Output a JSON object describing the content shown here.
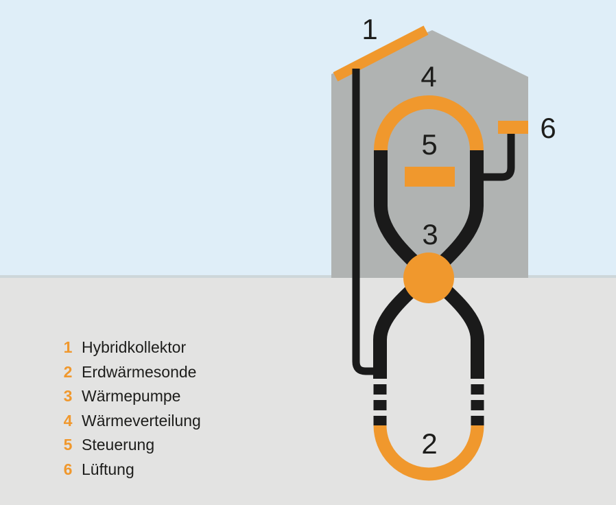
{
  "colors": {
    "sky": "#DFEEF8",
    "horizon_line": "#CDD7DA",
    "ground": "#E3E3E2",
    "house": "#B0B3B2",
    "accent_orange": "#F0982D",
    "pipe_black": "#1A1A1A",
    "text": "#1D1D1B"
  },
  "diagram": {
    "markers": [
      {
        "number": "1"
      },
      {
        "number": "2"
      },
      {
        "number": "3"
      },
      {
        "number": "4"
      },
      {
        "number": "5"
      },
      {
        "number": "6"
      }
    ]
  },
  "legend": {
    "items": [
      {
        "number": "1",
        "label": "Hybridkollektor"
      },
      {
        "number": "2",
        "label": "Erdwärmesonde"
      },
      {
        "number": "3",
        "label": "Wärmepumpe"
      },
      {
        "number": "4",
        "label": "Wärmeverteilung"
      },
      {
        "number": "5",
        "label": "Steuerung"
      },
      {
        "number": "6",
        "label": "Lüftung"
      }
    ]
  }
}
